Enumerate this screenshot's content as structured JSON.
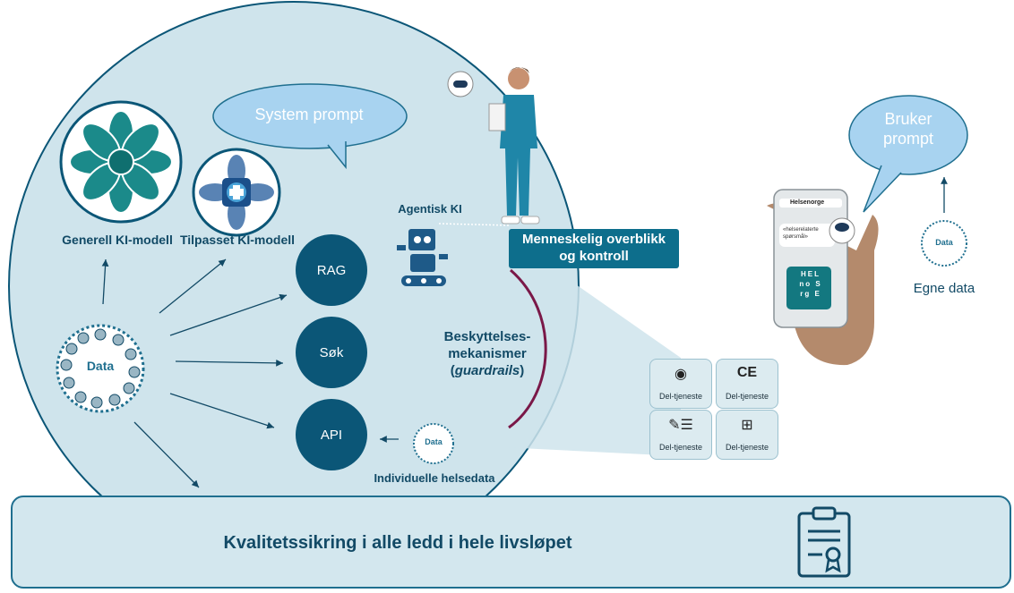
{
  "bubbles": {
    "system_prompt": "System prompt",
    "bruker_prompt_line1": "Bruker",
    "bruker_prompt_line2": "prompt"
  },
  "models": {
    "general": "Generell KI-modell",
    "custom": "Tilpasset KI-modell"
  },
  "agent": {
    "label": "Agentisk KI"
  },
  "human_oversight": {
    "line1": "Menneskelig overblikk",
    "line2": "og kontroll"
  },
  "nodes": {
    "rag": "RAG",
    "search": "Søk",
    "api": "API"
  },
  "data": {
    "center": "Data",
    "individual": "Data",
    "individual_label": "Individuelle helsedata",
    "own": "Data",
    "own_label": "Egne data"
  },
  "guardrails": {
    "line1": "Beskyttelses-",
    "line2": "mekanismer",
    "line3_word": "guardrails"
  },
  "subservices": [
    "Del-tjeneste",
    "Del-tjeneste",
    "Del-tjeneste",
    "Del-tjeneste"
  ],
  "subservice_icons": [
    "robot-chat-icon",
    "ce-mark-icon",
    "syringe-list-icon",
    "structure-icon"
  ],
  "phone": {
    "app_name": "Helsenorge",
    "message": "«helserelaterte spørsmål»",
    "logo_line1": "HEL",
    "logo_line2": "no S",
    "logo_line3": "rg E"
  },
  "banner": {
    "text": "Kvalitetssikring i alle ledd i hele livsløpet"
  },
  "colors": {
    "navy": "#0b5677",
    "light_blue": "#d3e7ee",
    "bubble": "#a8d3f0",
    "guardrail": "#7a1848",
    "teal": "#0d6e8c"
  }
}
